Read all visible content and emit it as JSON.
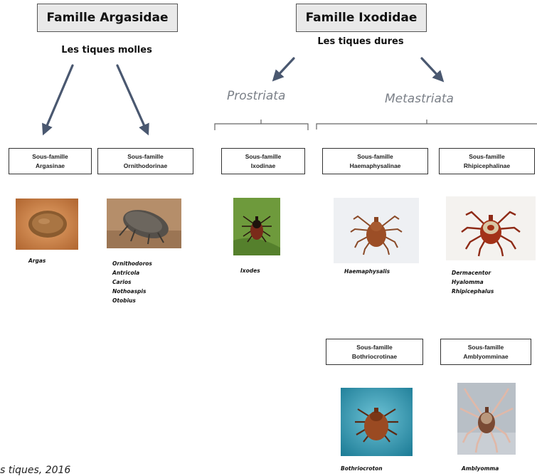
{
  "families": {
    "argasidae": {
      "title": "Famille Argasidae",
      "subtitle": "Les tiques molles"
    },
    "ixodidae": {
      "title": "Famille Ixodidae",
      "subtitle": "Les tiques dures"
    }
  },
  "groups": {
    "prostriata": "Prostriata",
    "metastriata": "Metastriata"
  },
  "subfamilies": {
    "argasinae": {
      "line1": "Sous-famille",
      "line2": "Argasinae",
      "species": [
        "Argas"
      ]
    },
    "ornithodorinae": {
      "line1": "Sous-famille",
      "line2": "Ornithodorinae",
      "species": [
        "Ornithodoros",
        "Antricola",
        "Carios",
        "Nothoaspis",
        "Otobius"
      ]
    },
    "ixodinae": {
      "line1": "Sous-famille",
      "line2": "Ixodinae",
      "species": [
        "Ixodes"
      ]
    },
    "haemaphysalinae": {
      "line1": "Sous-famille",
      "line2": "Haemaphysalinae",
      "species": [
        "Haemaphysalis"
      ]
    },
    "rhipicephalinae": {
      "line1": "Sous-famille",
      "line2": "Rhipicephalinae",
      "species": [
        "Dermacentor",
        "Hyalomma",
        "Rhipicephalus"
      ]
    },
    "bothriocrotinae": {
      "line1": "Sous-famille",
      "line2": "Bothriocrotinae",
      "species": [
        "Bothriocroton"
      ]
    },
    "amblyomminae": {
      "line1": "Sous-famille",
      "line2": "Amblyomminae",
      "species": [
        "Amblyomma"
      ]
    }
  },
  "citation": "s tiques, 2016",
  "colors": {
    "arrow": "#4a5870",
    "box_fill": "#e9e9e9",
    "group_label": "#7b8088"
  }
}
